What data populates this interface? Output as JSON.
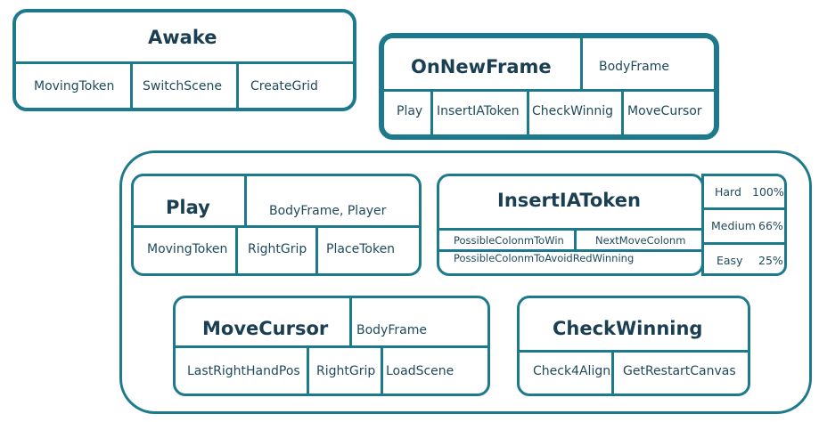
{
  "awake": {
    "title": "Awake",
    "items": [
      "MovingToken",
      "SwitchScene",
      "CreateGrid"
    ]
  },
  "onnewframe": {
    "title": "OnNewFrame",
    "param": "BodyFrame",
    "items": [
      "Play",
      "InsertIAToken",
      "CheckWinnig",
      "MoveCursor"
    ]
  },
  "play": {
    "title": "Play",
    "param": "BodyFrame, Player",
    "items": [
      "MovingToken",
      "RightGrip",
      "PlaceToken"
    ]
  },
  "insertia": {
    "title": "InsertIAToken",
    "items": [
      "PossibleColonmToWin",
      "NextMoveColonm",
      "PossibleColonmToAvoidRedWinning"
    ],
    "levels": [
      {
        "name": "Hard",
        "pct": "100%"
      },
      {
        "name": "Medium",
        "pct": "66%"
      },
      {
        "name": "Easy",
        "pct": "25%"
      }
    ]
  },
  "movecursor": {
    "title": "MoveCursor",
    "param": "BodyFrame",
    "items": [
      "LastRightHandPos",
      "RightGrip",
      "LoadScene"
    ]
  },
  "checkwinning": {
    "title": "CheckWinning",
    "items": [
      "Check4Align",
      "GetRestartCanvas"
    ]
  }
}
